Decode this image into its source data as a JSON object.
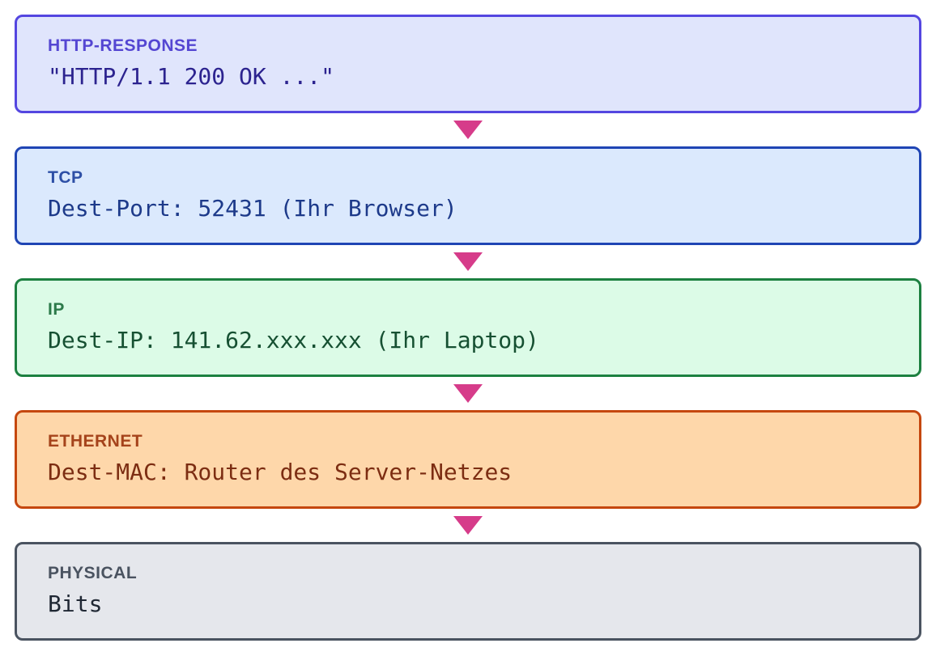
{
  "layers": [
    {
      "name": "HTTP-RESPONSE",
      "value": "\"HTTP/1.1 200 OK ...\""
    },
    {
      "name": "TCP",
      "value": "Dest-Port: 52431 (Ihr Browser)"
    },
    {
      "name": "IP",
      "value": "Dest-IP: 141.62.xxx.xxx (Ihr Laptop)"
    },
    {
      "name": "ETHERNET",
      "value": "Dest-MAC: Router des Server-Netzes"
    },
    {
      "name": "PHYSICAL",
      "value": "Bits"
    }
  ],
  "colors": {
    "arrow": "#d63c8a",
    "http_border": "#5446e0",
    "tcp_border": "#1f45b4",
    "ip_border": "#1c8040",
    "ethernet_border": "#c5470f",
    "physical_border": "#4a5360"
  }
}
